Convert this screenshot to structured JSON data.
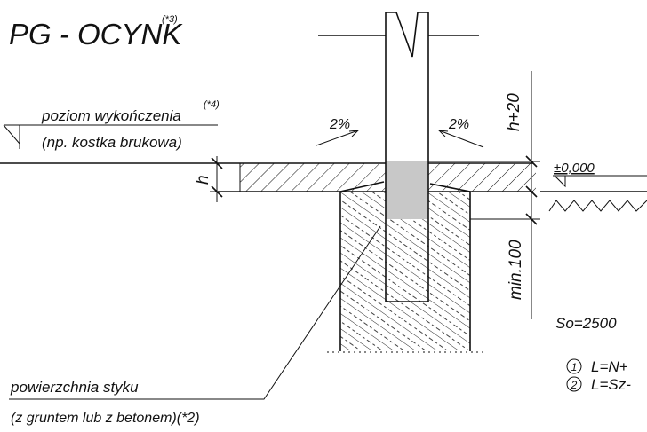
{
  "title": {
    "main": "PG - OCYNK",
    "sup": "(*3)"
  },
  "labels": {
    "finish_level": "poziom wykończenia",
    "finish_level_note": "(*4)",
    "paving_example": "(np. kostka brukowa)",
    "slope_left": "2%",
    "slope_right": "2%",
    "dim_h_plus_20": "h+20",
    "dim_h": "h",
    "dim_min_100": "min.100",
    "zero_level": "±0,000",
    "contact_surface": "powierzchnia styku",
    "contact_surface_note": "(z gruntem lub z betonem)(*2)",
    "so_text": "So=2500 ",
    "ref1_num": "1",
    "ref1_text": "L=N+",
    "ref2_num": "2",
    "ref2_text": "L=Sz-"
  },
  "colors": {
    "line": "#111111",
    "post_zone": "#c8c8c8",
    "background": "#ffffff"
  }
}
